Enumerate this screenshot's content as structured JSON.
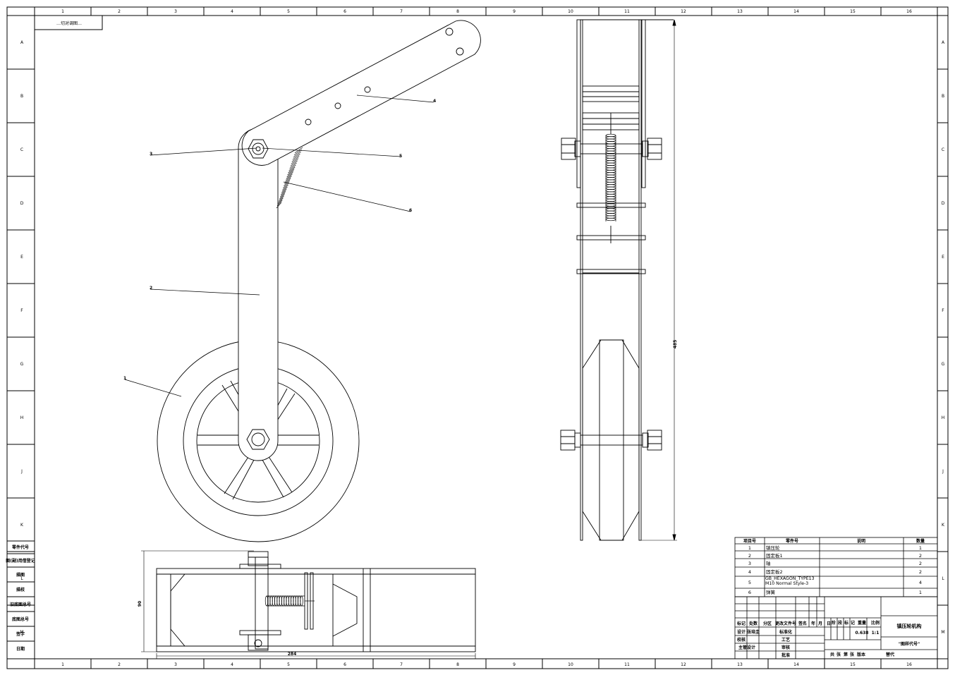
{
  "frame": {
    "columns": [
      "1",
      "2",
      "3",
      "4",
      "5",
      "6",
      "7",
      "8",
      "9",
      "10",
      "11",
      "12",
      "13",
      "14",
      "15",
      "16"
    ],
    "rows": [
      "A",
      "B",
      "C",
      "D",
      "E",
      "F",
      "G",
      "H",
      "J",
      "K",
      "L",
      "M"
    ],
    "corner_stamp": "…切对调图…"
  },
  "left_margin": [
    "零件代号",
    "图(副)用借登记",
    "描图",
    "描校",
    "旧底图总号",
    "底图总号",
    "签字",
    "日期"
  ],
  "balloons": {
    "b1": "1",
    "b2": "2",
    "b3": "3",
    "b4": "4",
    "b5": "5",
    "b6": "6"
  },
  "dimensions": {
    "side_height": "485",
    "plan_width": "284",
    "plan_height": "90"
  },
  "bom": {
    "headers": {
      "item": "项目号",
      "part": "零件号",
      "desc": "说明",
      "qty": "数量"
    },
    "rows": [
      {
        "item": "1",
        "part": "镇压轮",
        "desc": "",
        "qty": "1"
      },
      {
        "item": "2",
        "part": "固定板1",
        "desc": "",
        "qty": "2"
      },
      {
        "item": "3",
        "part": "轴",
        "desc": "",
        "qty": "2"
      },
      {
        "item": "4",
        "part": "固定板2",
        "desc": "",
        "qty": "2"
      },
      {
        "item": "5",
        "part": "GB_HEXAGON_TYPE13 M10 Normal Style-3",
        "desc": "",
        "qty": "4"
      },
      {
        "item": "6",
        "part": "弹簧",
        "desc": "",
        "qty": "1"
      }
    ]
  },
  "title_block": {
    "rev_headers": [
      "标记",
      "处数",
      "分区",
      "更改文件号",
      "签名",
      "年",
      "月",
      "日"
    ],
    "row_design": [
      "设计",
      "张培圭",
      "标准化"
    ],
    "row_check": "校核",
    "row_process": "工艺",
    "row_chief": "主管设计",
    "row_review": "审核",
    "row_approve": "批准",
    "stage_headers": [
      "阶",
      "段",
      "标",
      "记"
    ],
    "weight_label": "重量",
    "weight": "0.638",
    "scale_label": "比例",
    "scale": "1:1",
    "sheets": [
      "共",
      "张",
      "第",
      "张"
    ],
    "version": "版本",
    "replace": "替代",
    "title": "镇压轮机构",
    "drawing_no": "\"图样代号\""
  }
}
